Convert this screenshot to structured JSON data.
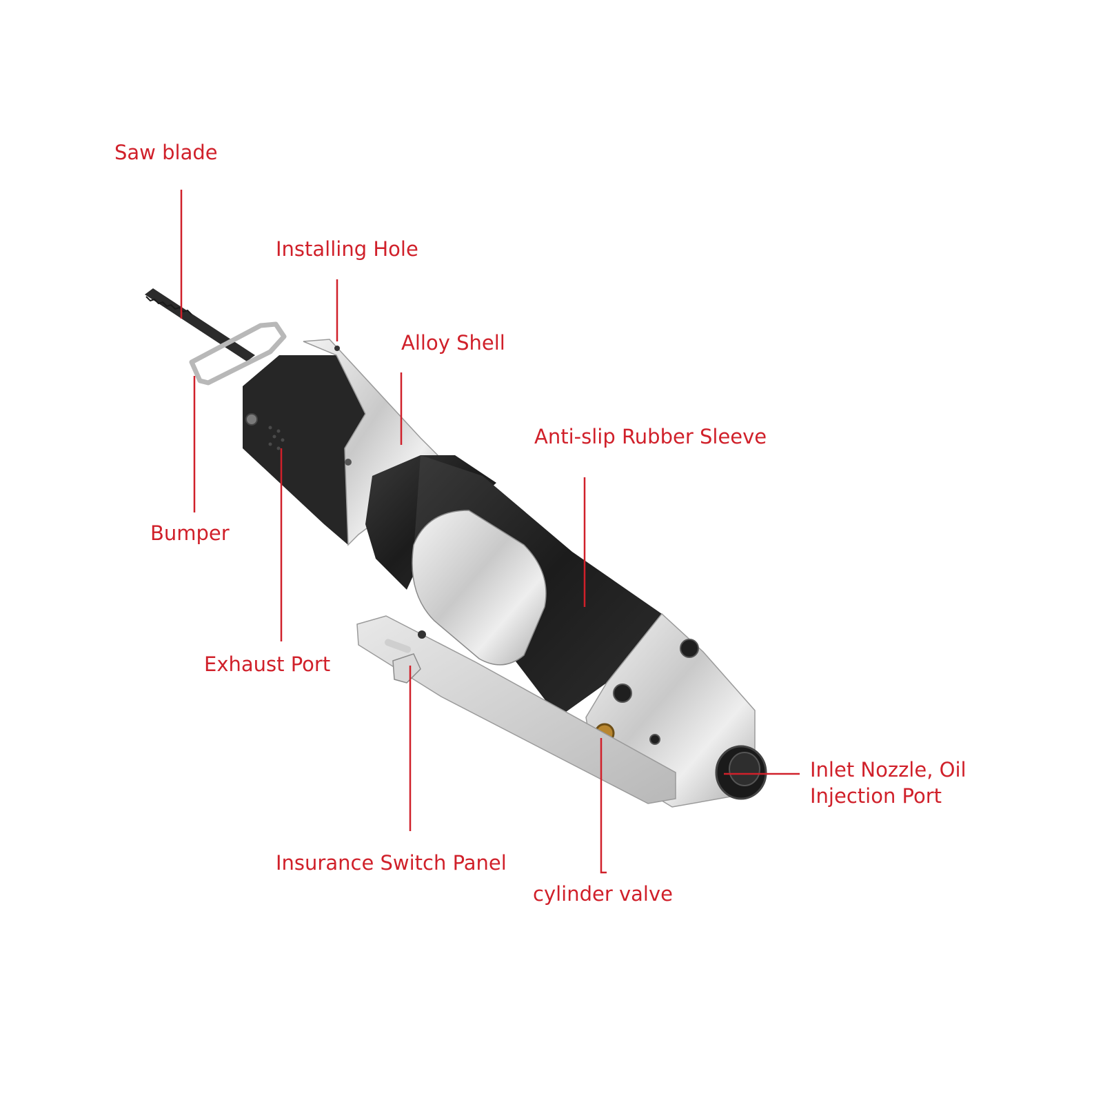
{
  "accent_color": "#d0202a",
  "labels": {
    "saw_blade": "Saw blade",
    "installing_hole": "Installing Hole",
    "alloy_shell": "Alloy Shell",
    "anti_slip_sleeve": "Anti-slip Rubber Sleeve",
    "bumper": "Bumper",
    "exhaust_port": "Exhaust Port",
    "inlet_line1": "Inlet Nozzle, Oil",
    "inlet_line2": "Injection Port",
    "insurance_switch": "Insurance Switch Panel",
    "cylinder_valve": "cylinder valve"
  }
}
